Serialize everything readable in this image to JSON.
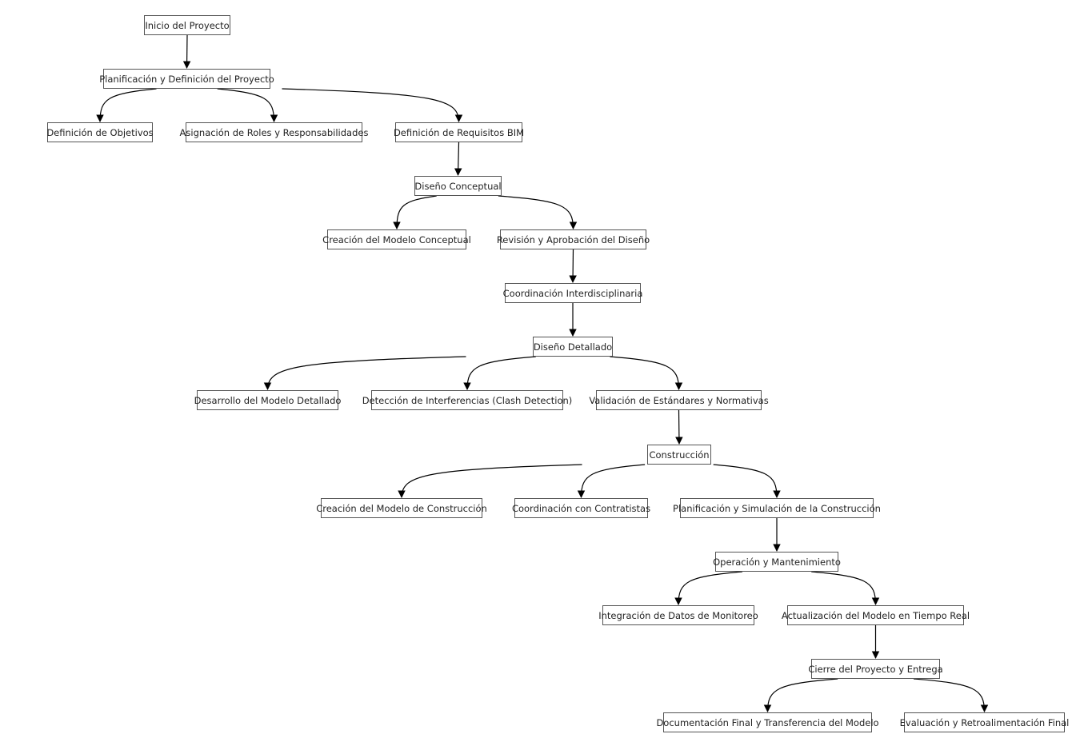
{
  "nodes": {
    "n1": "Inicio del Proyecto",
    "n2": "Planificación y Definición del Proyecto",
    "n3": "Definición de Objetivos",
    "n4": "Asignación de Roles y Responsabilidades",
    "n5": "Definición de Requisitos BIM",
    "n6": "Diseño Conceptual",
    "n7": "Creación del Modelo Conceptual",
    "n8": "Revisión y Aprobación del Diseño",
    "n9": "Coordinación Interdisciplinaria",
    "n10": "Diseño Detallado",
    "n11": "Desarrollo del Modelo Detallado",
    "n12": "Detección de Interferencias (Clash Detection)",
    "n13": "Validación de Estándares y Normativas",
    "n14": "Construcción",
    "n15": "Creación del Modelo de Construcción",
    "n16": "Coordinación con Contratistas",
    "n17": "Planificación y Simulación de la Construcción",
    "n18": "Operación y Mantenimiento",
    "n19": "Integración de Datos de Monitoreo",
    "n20": "Actualización del Modelo en Tiempo Real",
    "n21": "Cierre del Proyecto y Entrega",
    "n22": "Documentación Final y Transferencia del Modelo",
    "n23": "Evaluación y Retroalimentación Final"
  },
  "edges": [
    [
      "n1",
      "n2"
    ],
    [
      "n2",
      "n3"
    ],
    [
      "n2",
      "n4"
    ],
    [
      "n2",
      "n5"
    ],
    [
      "n5",
      "n6"
    ],
    [
      "n6",
      "n7"
    ],
    [
      "n6",
      "n8"
    ],
    [
      "n8",
      "n9"
    ],
    [
      "n9",
      "n10"
    ],
    [
      "n10",
      "n11"
    ],
    [
      "n10",
      "n12"
    ],
    [
      "n10",
      "n13"
    ],
    [
      "n13",
      "n14"
    ],
    [
      "n14",
      "n15"
    ],
    [
      "n14",
      "n16"
    ],
    [
      "n14",
      "n17"
    ],
    [
      "n17",
      "n18"
    ],
    [
      "n18",
      "n19"
    ],
    [
      "n18",
      "n20"
    ],
    [
      "n20",
      "n21"
    ],
    [
      "n21",
      "n22"
    ],
    [
      "n21",
      "n23"
    ]
  ]
}
